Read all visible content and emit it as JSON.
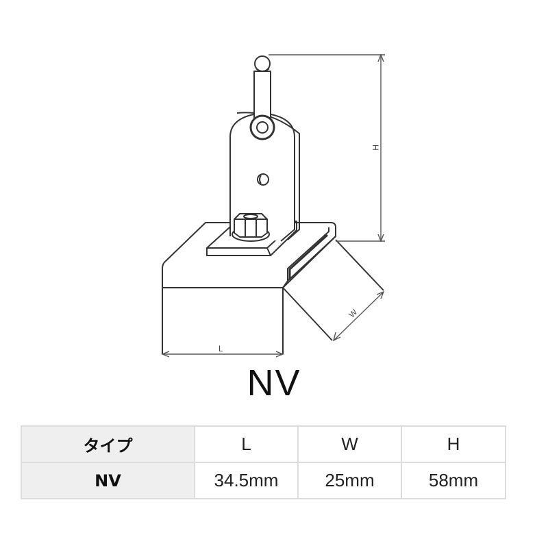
{
  "diagram": {
    "dimension_labels": {
      "height": "H",
      "width": "W",
      "length": "L"
    }
  },
  "title": "NV",
  "spec_table": {
    "header": {
      "type_label": "タイプ",
      "columns": [
        "L",
        "W",
        "H"
      ]
    },
    "rows": [
      {
        "type": "NV",
        "values": [
          "34.5mm",
          "25mm",
          "58mm"
        ]
      }
    ]
  },
  "colors": {
    "line": "#333333",
    "dim_line": "#555555",
    "table_border": "#dcdcdc",
    "table_head_bg": "#efefef"
  }
}
